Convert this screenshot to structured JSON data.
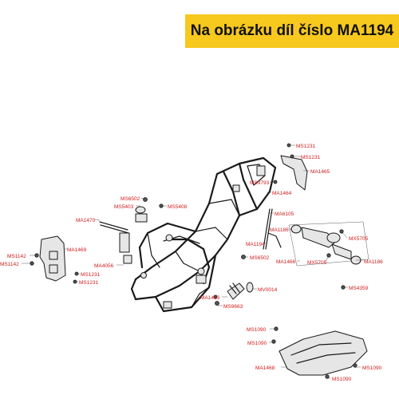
{
  "banner": {
    "text": "Na obrázku díl číslo MA1194",
    "color": "#f7c81e"
  },
  "label_color": "#d11a1a",
  "labels": [
    "MS1231",
    "MS1231",
    "MS9793",
    "MA1465",
    "MA1464",
    "MS6502",
    "MS5403",
    "MS5408",
    "MA1470",
    "MA6105",
    "MA1186",
    "MX5705",
    "MA1194",
    "MA1466",
    "MX5705",
    "MA1186",
    "MS6502",
    "MS1142",
    "MS1142",
    "MA1469",
    "MA4056",
    "MS1231",
    "MS1231",
    "MA1463",
    "MV0014",
    "MS9663",
    "MS4359",
    "MS1090",
    "MS1090",
    "MS1090",
    "MA1468",
    "MS1090"
  ]
}
